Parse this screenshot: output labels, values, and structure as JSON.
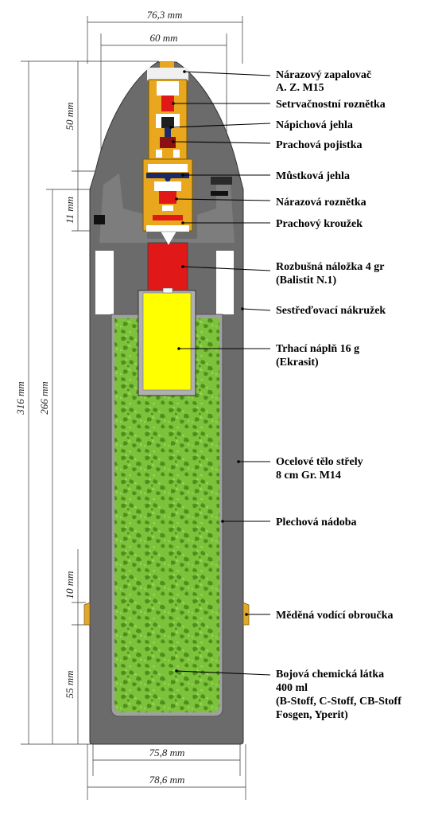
{
  "dimensions": {
    "top_width": "76,3 mm",
    "fuze_width": "60 mm",
    "fuze_height": "50 mm",
    "band_offset_upper": "11 mm",
    "total_length": "316 mm",
    "body_length": "266 mm",
    "band_width_dim": "10 mm",
    "base_to_band": "55 mm",
    "base_width_inner": "75,8 mm",
    "base_width_outer": "78,6 mm"
  },
  "labels": {
    "fuze": [
      "Nárazový zapalovač",
      "A. Z. M15"
    ],
    "inertia_detonator": "Setrvačnostní roznětka",
    "striker_pin": "Nápichová jehla",
    "powder_safety": "Prachová pojistka",
    "bridge_pin": "Můstková jehla",
    "impact_detonator": "Nárazová roznětka",
    "powder_ring": "Prachový kroužek",
    "booster": [
      "Rozbušná náložka 4 gr",
      "(Balistit N.1)"
    ],
    "centering_ring": "Sestřeďovací nákružek",
    "burster": [
      "Trhací náplň 16 g",
      "(Ekrasit)"
    ],
    "steel_body": [
      "Ocelové tělo střely",
      "8 cm Gr. M14"
    ],
    "tin_container": "Plechová nádoba",
    "copper_band": "Měděná vodící obroučka",
    "agent": [
      "Bojová chemická látka",
      "400 ml",
      "(B-Stoff, C-Stoff, CB-Stoff",
      "Fosgen, Yperit)"
    ]
  },
  "colors": {
    "shell_body": "#6b6b6b",
    "fuze_body": "#e8a71c",
    "detonator": "#e01818",
    "burster": "#ffff00",
    "agent": "#6fb22c",
    "copper": "#e0a82a"
  }
}
